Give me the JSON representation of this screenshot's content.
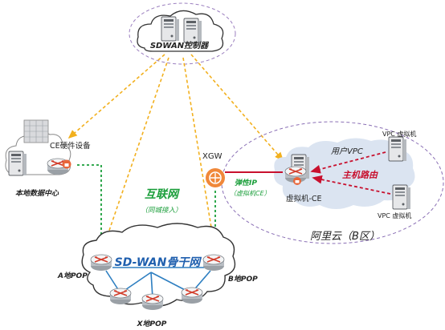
{
  "controller": {
    "label": "SDWAN控制器"
  },
  "local_dc": {
    "device_label": "CE硬件设备",
    "site_label": "本地数据中心"
  },
  "internet": {
    "label": "互联网",
    "sublabel": "（同城接入）"
  },
  "backbone": {
    "label": "SD-WAN骨干网"
  },
  "pops": {
    "a": "A地POP",
    "b": "B地POP",
    "x": "X地POP"
  },
  "aliyun": {
    "region_label": "阿里云（B区）",
    "xgw_label": "XGW",
    "eip_label": "弹性IP",
    "eip_sublabel": "（虚拟机CE）",
    "vce_label": "虚拟机-CE",
    "vpc_label": "用户VPC",
    "route_label": "主机路由",
    "vm_top_label": "VPC 虚拟机",
    "vm_bottom_label": "VPC 虚拟机"
  },
  "colors": {
    "control_link": "#f2b01e",
    "access_link": "#1a9e3a",
    "route_link": "#c8102e",
    "backbone_link": "#2e7fc1",
    "backbone_text": "#1f5fae",
    "cloud_fill": "#dbe4f1",
    "router_fill": "#f7f7f7",
    "lock": "#e8663a"
  }
}
